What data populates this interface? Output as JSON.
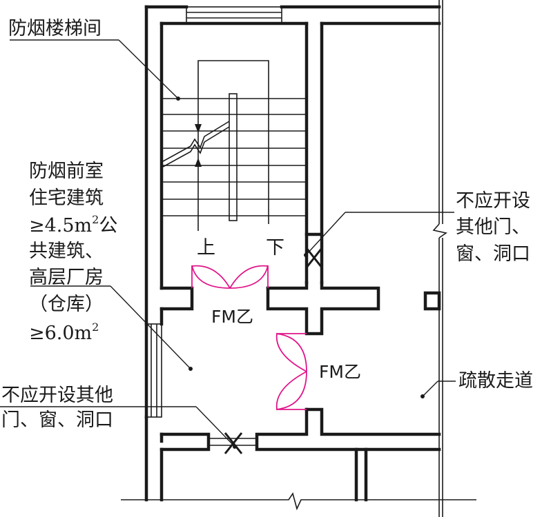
{
  "labels": {
    "stair": "防烟楼梯间",
    "antechamber": {
      "line1": "防烟前室",
      "line2": "住宅建筑",
      "line3_pre": "≥4.5m",
      "line3_sup": "2",
      "line3_post": "公",
      "line4": "共建筑、",
      "line5": "高层厂房",
      "line6": "（仓库）",
      "line7_pre": "≥6.0m",
      "line7_sup": "2"
    },
    "no_openings_right": {
      "line1": "不应开设",
      "line2": "其他门、",
      "line3": "窗、洞口"
    },
    "no_openings_left": {
      "line1": "不应开设其他",
      "line2": "门、窗、洞口"
    },
    "corridor": "疏散走道",
    "up": "上",
    "down": "下",
    "door1": "FM乙",
    "door2": "FM乙"
  },
  "colors": {
    "line": "#1a1a1a",
    "door": "#e0158a",
    "background": "#ffffff"
  }
}
